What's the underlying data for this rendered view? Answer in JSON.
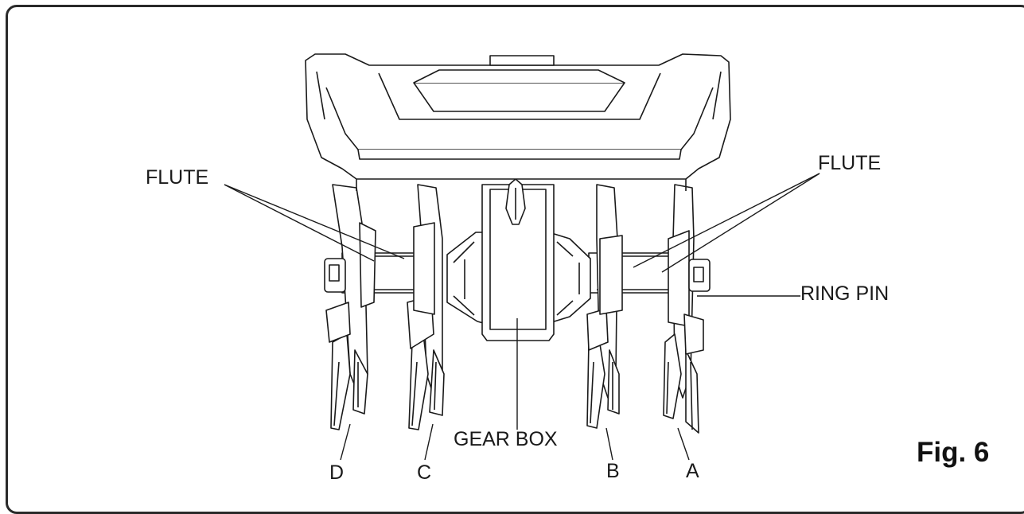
{
  "figure": {
    "caption": "Fig. 6"
  },
  "labels": {
    "flute_left": "FLUTE",
    "flute_right": "FLUTE",
    "ring_pin": "RING PIN",
    "gear_box": "GEAR BOX",
    "tine_a": "A",
    "tine_b": "B",
    "tine_c": "C",
    "tine_d": "D"
  },
  "colors": {
    "line": "#1a1a1a",
    "fill": "#ffffff"
  }
}
